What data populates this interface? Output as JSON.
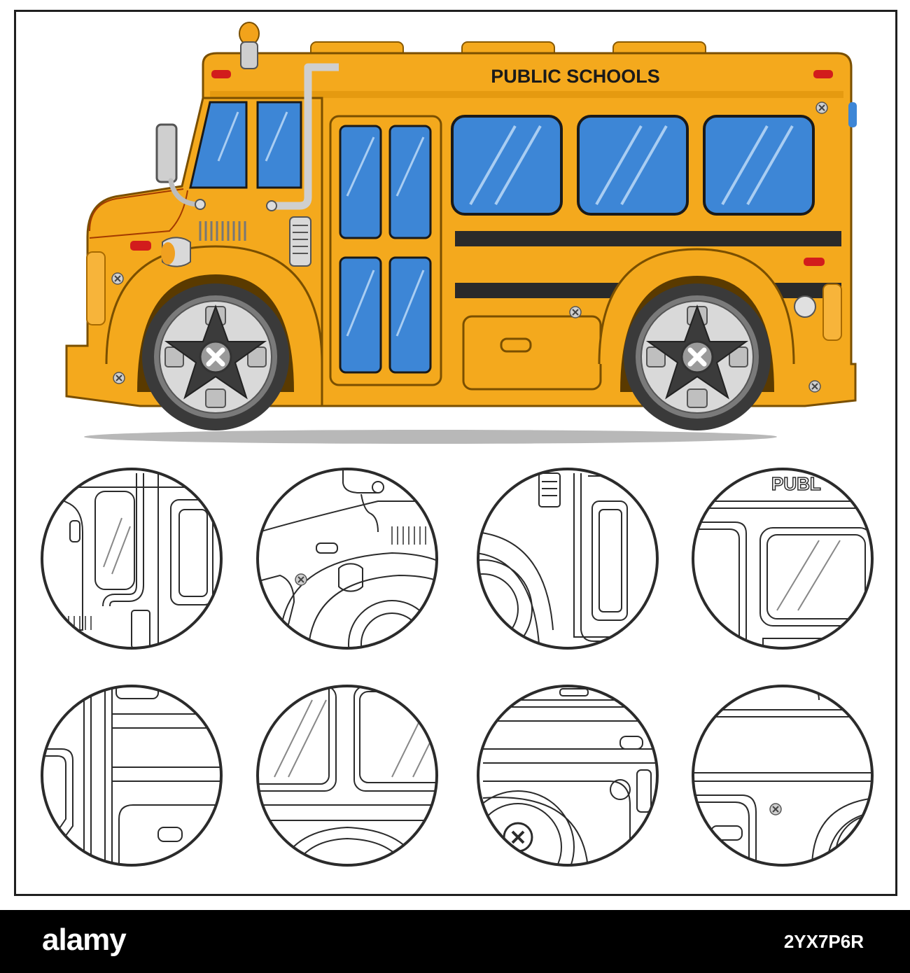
{
  "bus": {
    "banner_text": "PUBLIC SCHOOLS",
    "body_color": "#F4A91D",
    "window_color": "#3D86D6",
    "stripe_color": "#2A2A2A"
  },
  "puzzle": {
    "piece_count": 8,
    "piece_4_text": "PUBL"
  },
  "footer": {
    "brand": "alamy",
    "stock_id": "2YX7P6R"
  }
}
